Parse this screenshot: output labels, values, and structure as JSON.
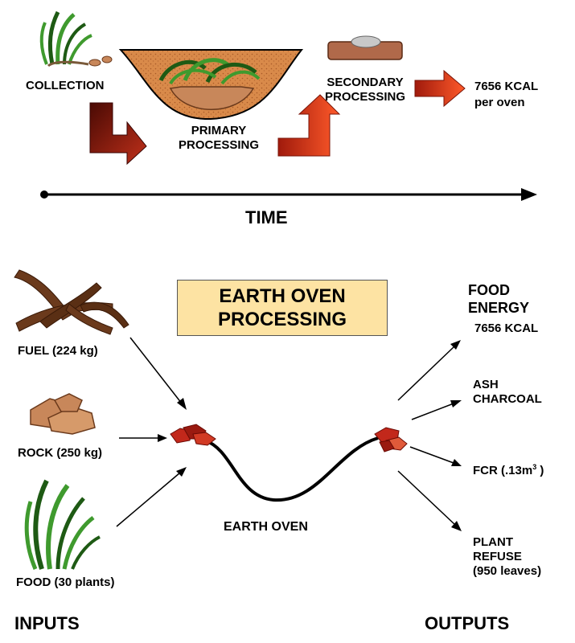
{
  "process": {
    "collection": "COLLECTION",
    "primary_line1": "PRIMARY",
    "primary_line2": "PROCESSING",
    "secondary_line1": "SECONDARY",
    "secondary_line2": "PROCESSING",
    "result_line1": "7656 KCAL",
    "result_line2": "per oven",
    "time": "TIME"
  },
  "title": {
    "line1": "EARTH OVEN",
    "line2": "PROCESSING"
  },
  "inputs": {
    "heading": "INPUTS",
    "fuel": "FUEL (224 kg)",
    "rock": "ROCK (250 kg)",
    "food": "FOOD (30 plants)"
  },
  "oven": {
    "label": "EARTH OVEN"
  },
  "outputs": {
    "heading": "OUTPUTS",
    "food_energy_line1": "FOOD",
    "food_energy_line2": "ENERGY",
    "food_energy_value": "7656 KCAL",
    "ash_line1": "ASH",
    "ash_line2": "CHARCOAL",
    "fcr_prefix": "FCR (.13m",
    "fcr_sup": "3",
    "fcr_suffix": " )",
    "refuse_line1": "PLANT",
    "refuse_line2": "REFUSE",
    "refuse_line3": "(950 leaves)"
  },
  "colors": {
    "arrow_dark": "#7a1508",
    "arrow_light": "#f04a23",
    "soil": "#d98a4a",
    "grass": "#3f9a2e",
    "wood": "#6b3a1c",
    "rock": "#c8875a",
    "title_box": "#fde3a3",
    "embers": "#c2281b"
  }
}
